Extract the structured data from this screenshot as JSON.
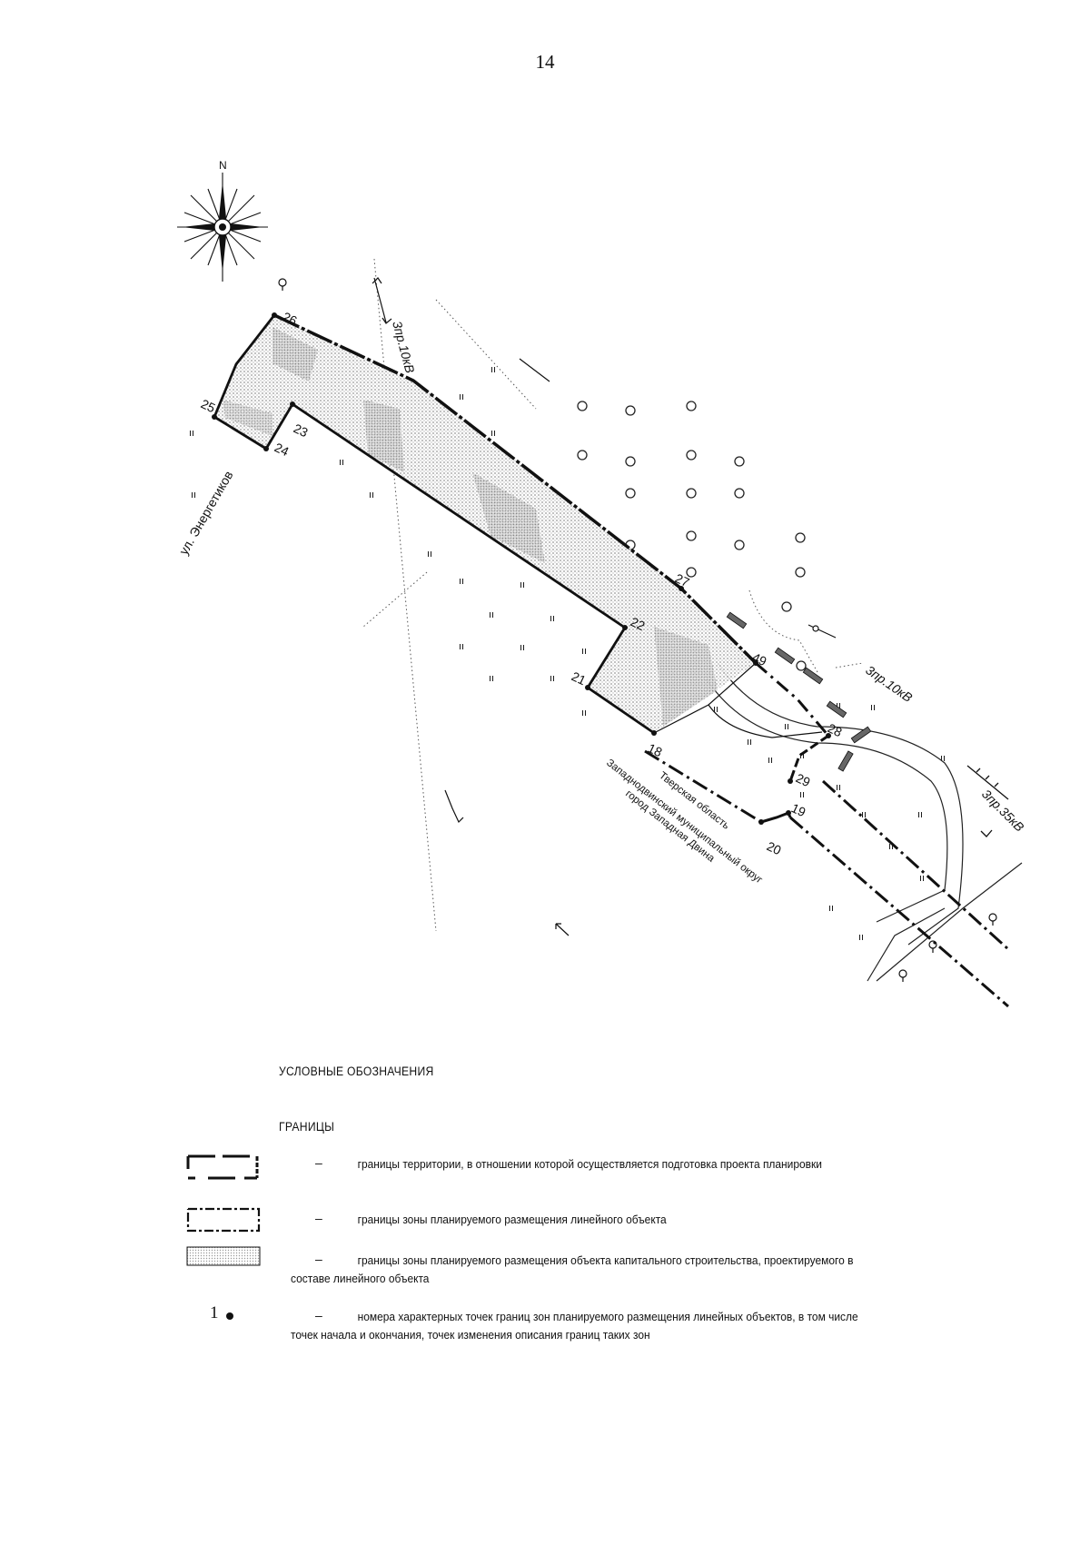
{
  "page_number": "14",
  "map": {
    "north_label": "N",
    "street_label": "ул. Энергетиков",
    "power_lines": [
      {
        "label": "3пр.10кВ"
      },
      {
        "label": "3пр.10кВ"
      },
      {
        "label": "3пр.35кВ"
      }
    ],
    "boundary_points": [
      "18",
      "19",
      "20",
      "21",
      "22",
      "23",
      "24",
      "25",
      "26",
      "27",
      "28",
      "29",
      "49"
    ],
    "region_label": {
      "line1": "Тверская область",
      "line2": "Западнодвинский муниципальный округ",
      "line3": "город Западная Двина"
    },
    "colors": {
      "boundary": "#111111",
      "hatch": "#9a9a9a",
      "ink": "#1a1a1a"
    }
  },
  "legend": {
    "title": "УСЛОВНЫЕ ОБОЗНАЧЕНИЯ",
    "subtitle": "ГРАНИЦЫ",
    "items": [
      {
        "dash": "–",
        "text": "границы территории, в отношении которой осуществляется подготовка проекта планировки"
      },
      {
        "dash": "–",
        "text": "границы зоны планируемого размещения линейного объекта"
      },
      {
        "dash": "–",
        "text": "границы зоны планируемого размещения объекта капитального строительства, проектируемого в составе линейного объекта"
      },
      {
        "symbol_text": "1",
        "dash": "–",
        "text": "номера характерных точек границ зон планируемого размещения линейных объектов, в том числе точек начала и окончания, точек изменения описания границ таких зон"
      }
    ]
  }
}
